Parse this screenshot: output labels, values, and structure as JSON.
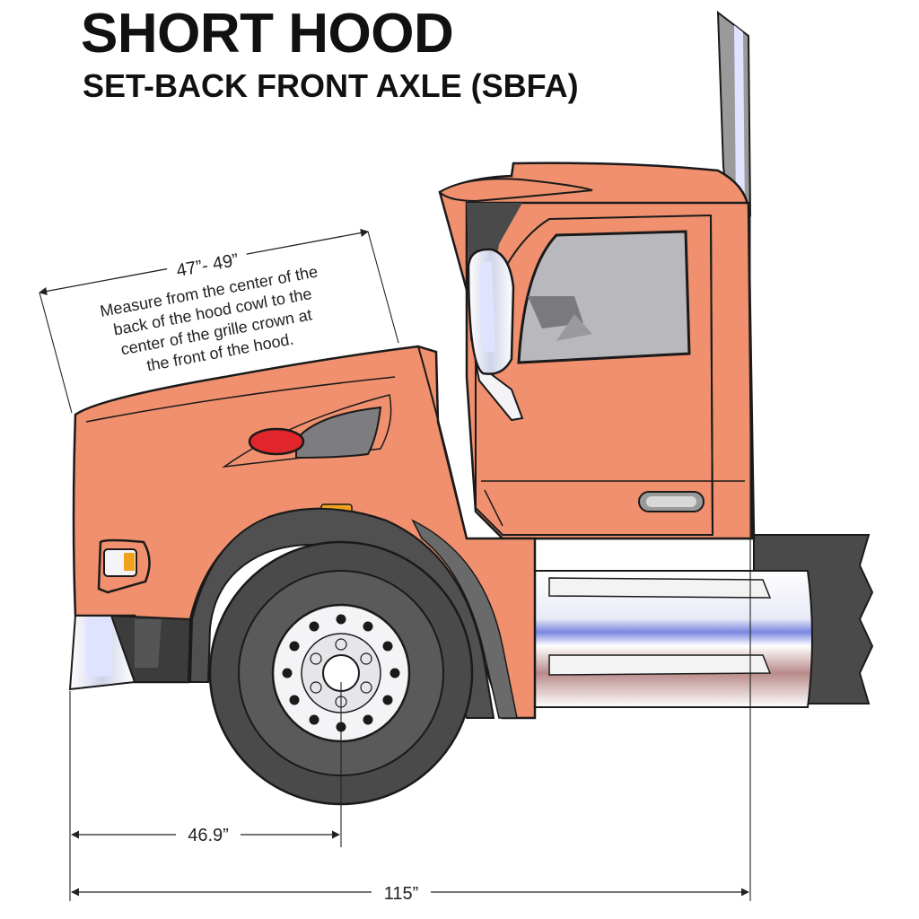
{
  "header": {
    "title": "SHORT HOOD",
    "subtitle": "SET-BACK FRONT AXLE (SBFA)"
  },
  "measurements": {
    "hood_range": "47”- 49”",
    "hood_note_lines": [
      "Measure from the center of the",
      "back of the hood cowl to the",
      "center of the grille crown at",
      "the front of the hood."
    ],
    "bumper_to_axle": "46.9”",
    "bumper_to_back_of_cab": "115”"
  },
  "colors": {
    "body": "#f0906e",
    "body_dark": "#d9704f",
    "tire": "#4a4a4a",
    "fender": "#505050",
    "chrome": "#e6e6ea",
    "glass": "#b9b9bd",
    "light_red": "#e0252b",
    "amber": "#f0a21f",
    "line": "#1a1a1a"
  },
  "icons": {
    "mirror": "mirror-icon",
    "marker_light": "marker-light-icon",
    "headlight": "headlight-icon",
    "door_handle": "door-handle-icon"
  }
}
